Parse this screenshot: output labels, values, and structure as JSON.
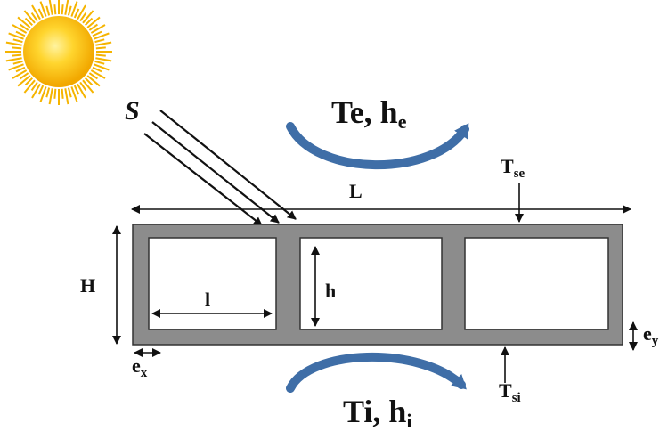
{
  "diagram": {
    "labels": {
      "S": "S",
      "Te": "Te, h",
      "he_sub": "e",
      "Ti": "Ti, h",
      "hi_sub": "i",
      "L": "L",
      "H": "H",
      "h": "h",
      "l": "l",
      "Tse": "T",
      "Tse_sub": "se",
      "Tsi": "T",
      "Tsi_sub": "si",
      "ex": "e",
      "ex_sub": "x",
      "ey": "e",
      "ey_sub": "y"
    },
    "icons": {
      "sun": "sun-icon",
      "outer_flow": "curved-arrow-icon",
      "inner_flow": "curved-arrow-icon"
    },
    "colors": {
      "wall": "#8c8c8c",
      "wall_stroke": "#333333",
      "flow_arrow": "#3f6ea7",
      "sun_core": "#f7c21a",
      "sun_rays": "#f5b400"
    }
  }
}
